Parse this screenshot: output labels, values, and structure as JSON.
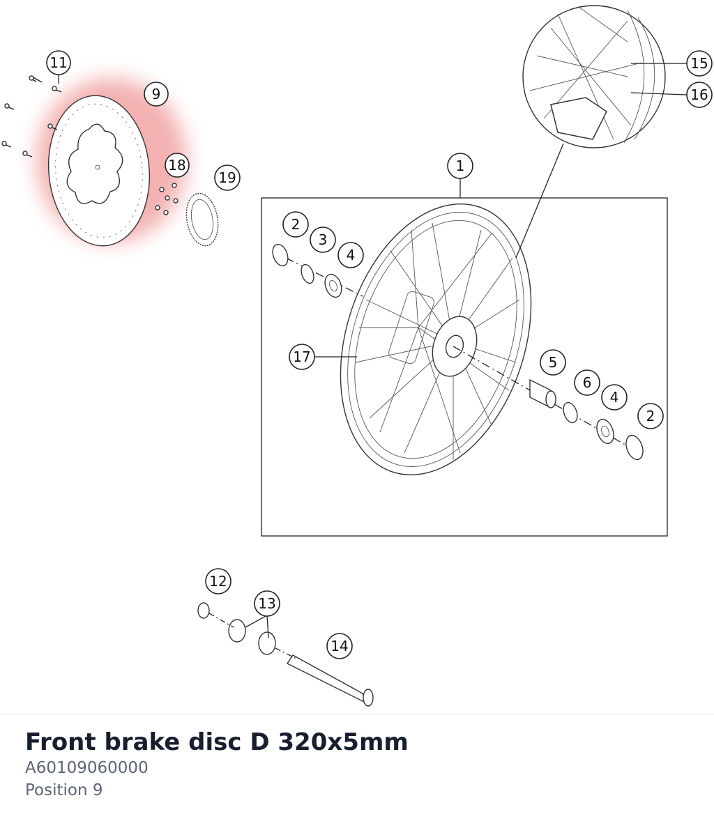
{
  "diagram": {
    "highlight_color": "#f2a4a4",
    "highlighted_position": "9",
    "callouts": {
      "c1": "1",
      "c2a": "2",
      "c3": "3",
      "c4a": "4",
      "c5": "5",
      "c6": "6",
      "c4b": "4",
      "c2b": "2",
      "c9": "9",
      "c11": "11",
      "c12": "12",
      "c13": "13",
      "c14": "14",
      "c15": "15",
      "c16": "16",
      "c17": "17",
      "c18": "18",
      "c19": "19"
    }
  },
  "part": {
    "name": "Front brake disc D 320x5mm",
    "number": "A60109060000",
    "position_label": "Position 9"
  }
}
